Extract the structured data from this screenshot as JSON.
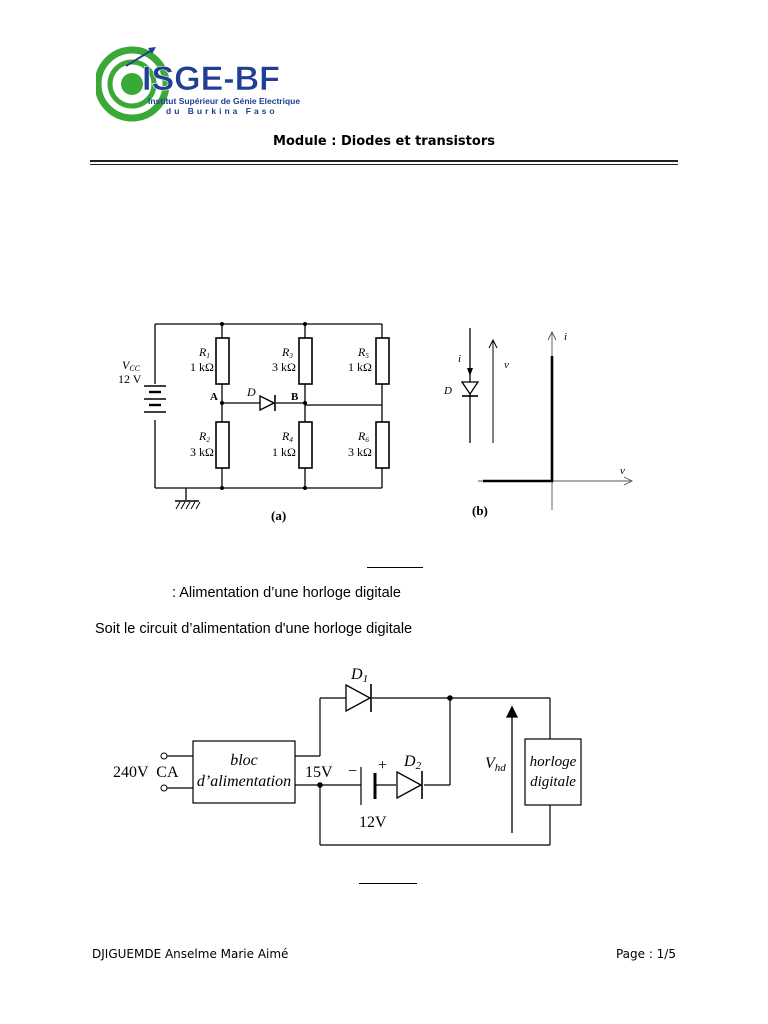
{
  "logo": {
    "brand": "ISGE-BF",
    "line1": "Institut Supérieur de Génie Electrique",
    "line2": "du Burkina Faso",
    "colors": {
      "green": "#3aa935",
      "blue": "#1f3f94"
    }
  },
  "header": {
    "title": "Module : Diodes et transistors"
  },
  "figure1": {
    "source": {
      "name": "V",
      "sub": "CC",
      "value": "12 V"
    },
    "resistors": [
      {
        "name": "R",
        "sub": "1",
        "value": "1 kΩ"
      },
      {
        "name": "R",
        "sub": "2",
        "value": "3 kΩ"
      },
      {
        "name": "R",
        "sub": "3",
        "value": "3 kΩ"
      },
      {
        "name": "R",
        "sub": "4",
        "value": "1 kΩ"
      },
      {
        "name": "R",
        "sub": "5",
        "value": "1 kΩ"
      },
      {
        "name": "R",
        "sub": "6",
        "value": "3 kΩ"
      }
    ],
    "diode_label": "D",
    "node_a": "A",
    "node_b": "B",
    "caption_a": "(a)",
    "caption_b": "(b)",
    "diode_b_label": "D",
    "current_label": "i",
    "voltage_label": "v",
    "axis_i": "i",
    "axis_v": "v"
  },
  "exercise": {
    "title": ": Alimentation d’une horloge digitale"
  },
  "intro": "Soit le circuit d’alimentation d'une horloge digitale",
  "figure2": {
    "input_label": "240V  CA",
    "block_line1": "bloc",
    "block_line2": "d’alimentation",
    "out_voltage": "15V",
    "battery_minus": "−",
    "battery_plus": "+",
    "battery_value": "12V",
    "d1": {
      "name": "D",
      "sub": "1"
    },
    "d2": {
      "name": "D",
      "sub": "2"
    },
    "vhd": {
      "name": "V",
      "sub": "hd"
    },
    "clock_line1": "horloge",
    "clock_line2": "digitale"
  },
  "footer": {
    "author": "DJIGUEMDE Anselme Marie Aimé",
    "page": "Page : 1/5"
  }
}
